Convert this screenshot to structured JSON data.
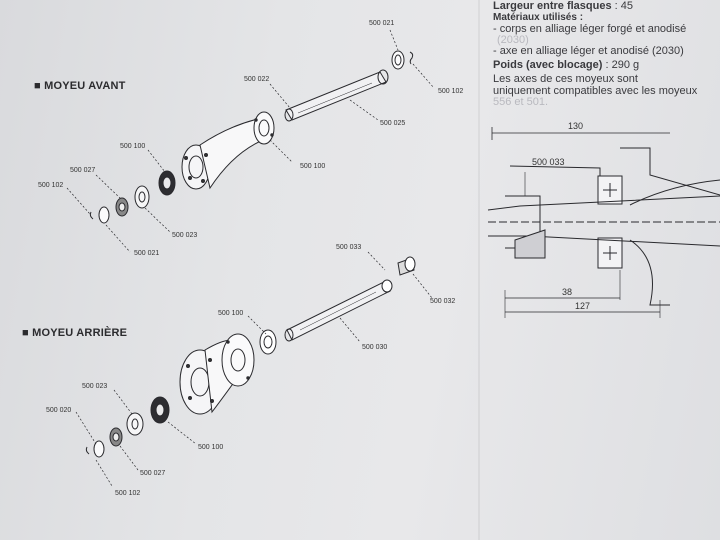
{
  "sections": {
    "front_title": "■ MOYEU AVANT",
    "rear_title": "■ MOYEU ARRIÈRE"
  },
  "front_parts": {
    "p500021_top": "500 021",
    "p500102_top": "500 102",
    "p500022": "500 022",
    "p500025": "500 025",
    "p500100_a": "500 100",
    "p500100_b": "500 100",
    "p500027": "500 027",
    "p500102_left": "500 102",
    "p500023": "500 023",
    "p500021_bottom": "500 021"
  },
  "rear_parts": {
    "p500033": "500 033",
    "p500032": "500 032",
    "p500100_axle": "500 100",
    "p500030": "500 030",
    "p500023": "500 023",
    "p500020": "500 020",
    "p500100_hub": "500 100",
    "p500027": "500 027",
    "p500102": "500 102"
  },
  "specs": {
    "line1_label": "Largeur entre flasques",
    "line1_value": " : 45",
    "line2": "Matériaux utilisés :",
    "line3": "- corps en alliage léger forgé et anodisé",
    "line3b": "(2030)",
    "line4": "- axe en alliage léger et anodisé (2030)",
    "line5_label": "Poids (avec blocage)",
    "line5_value": " : 290 g",
    "line6": "Les axes de ces moyeux sont",
    "line7": "uniquement compatibles avec les moyeux",
    "line8": "556 et 501."
  },
  "section_drawing": {
    "dim_130": "130",
    "part_500033": "500 033",
    "dim_38": "38",
    "dim_127": "127"
  }
}
